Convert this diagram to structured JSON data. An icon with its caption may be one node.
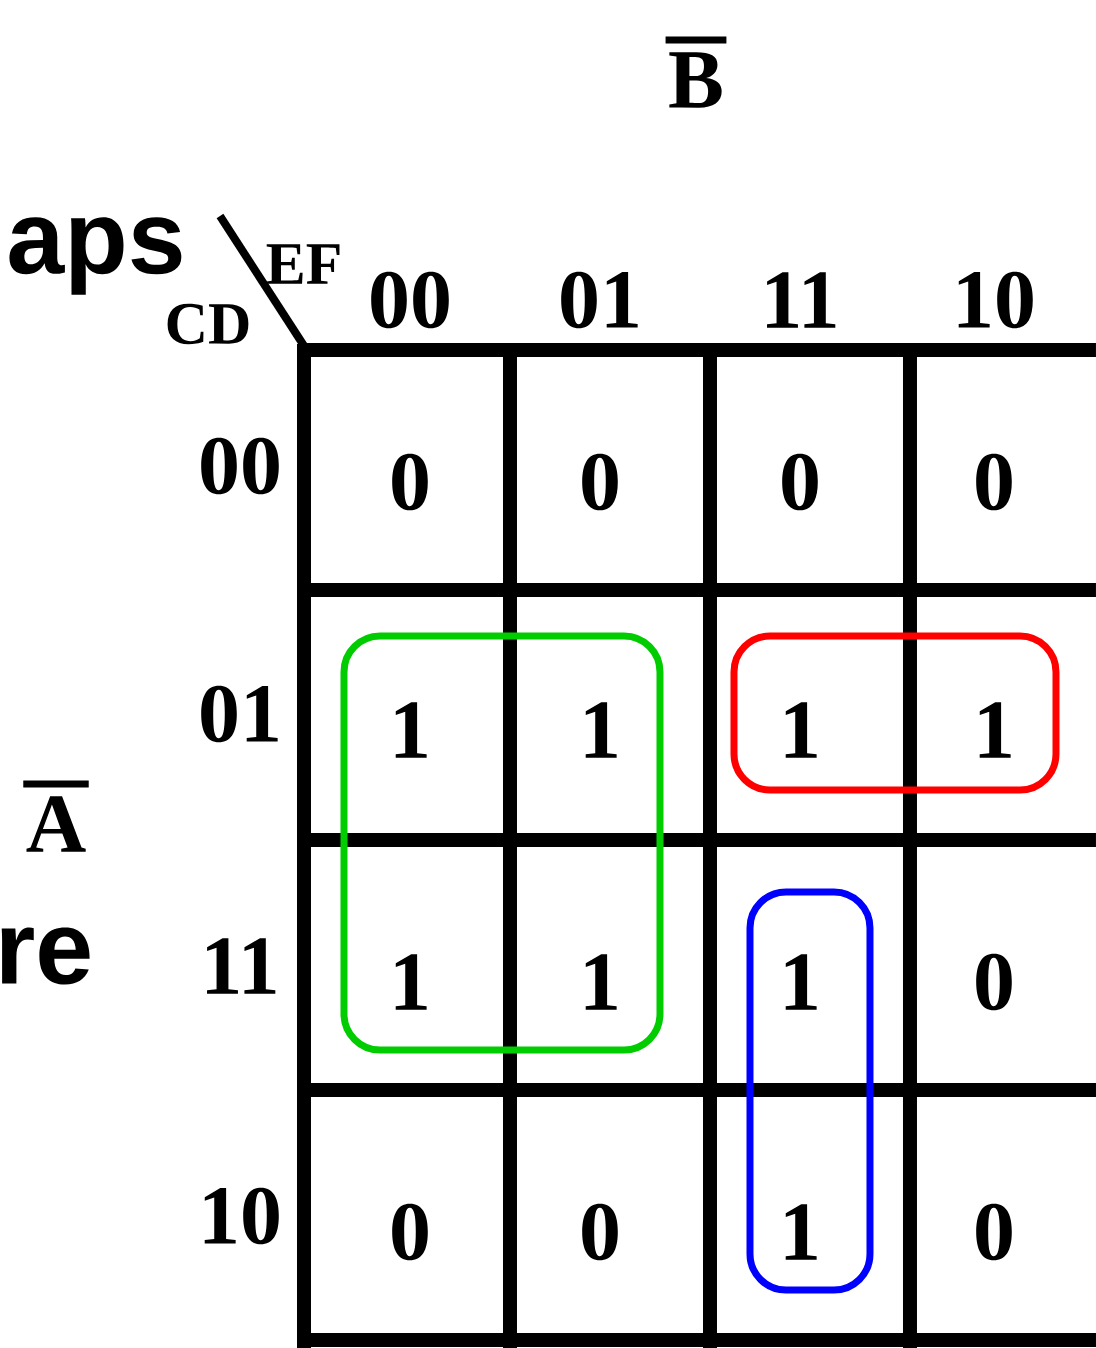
{
  "diagram": {
    "labels": [
      "B",
      "aps",
      "EF",
      "CD",
      "00",
      "01",
      "11",
      "10",
      "00",
      "0",
      "0",
      "0",
      "0",
      "01",
      "1",
      "1",
      "1",
      "1",
      "A",
      "re",
      "11",
      "1",
      "1",
      "1",
      "0",
      "10",
      "0",
      "0",
      "1",
      "0"
    ]
  }
}
